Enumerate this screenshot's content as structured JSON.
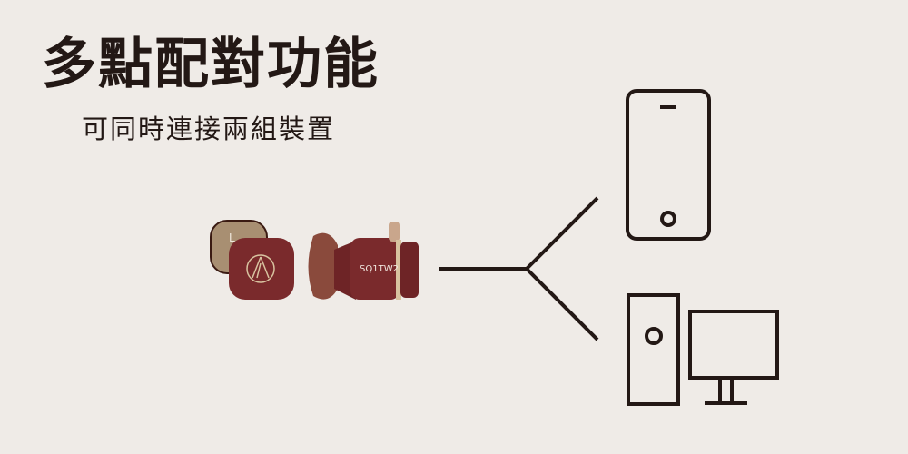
{
  "title": "多點配對功能",
  "subtitle": "可同時連接兩組裝置",
  "earbud_left_mark": "L",
  "earbud_model": "SQ1TW2",
  "colors": {
    "background": "#efebe7",
    "ink": "#231815",
    "earbud": "#7a2a2c",
    "cap": "#a88f72"
  }
}
